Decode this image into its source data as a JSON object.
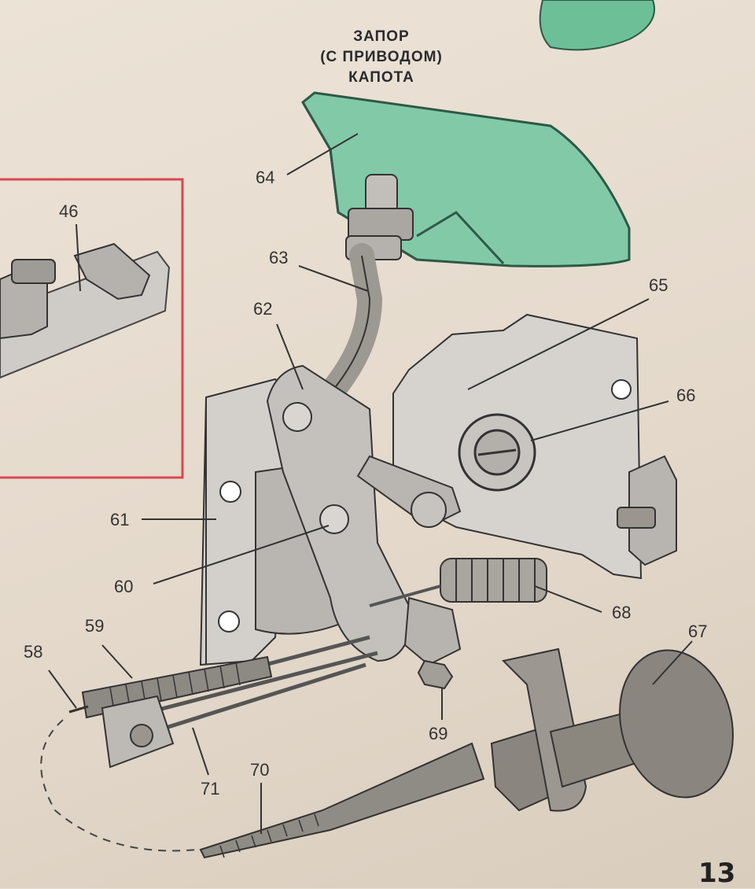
{
  "title": {
    "line1": "ЗАПОР",
    "line2": "(С ПРИВОДОМ)",
    "line3": "КАПОТА"
  },
  "callouts": {
    "c46": "46",
    "c58": "58",
    "c59": "59",
    "c60": "60",
    "c61": "61",
    "c62": "62",
    "c63": "63",
    "c64": "64",
    "c65": "65",
    "c66": "66",
    "c67": "67",
    "c68": "68",
    "c69": "69",
    "c70": "70",
    "c71": "71"
  },
  "page_number": "13",
  "colors": {
    "paper": "#e7ddd0",
    "metal": "#b9b6b2",
    "green_panel": "#7fc5a4",
    "inset_frame": "#d9484e"
  }
}
